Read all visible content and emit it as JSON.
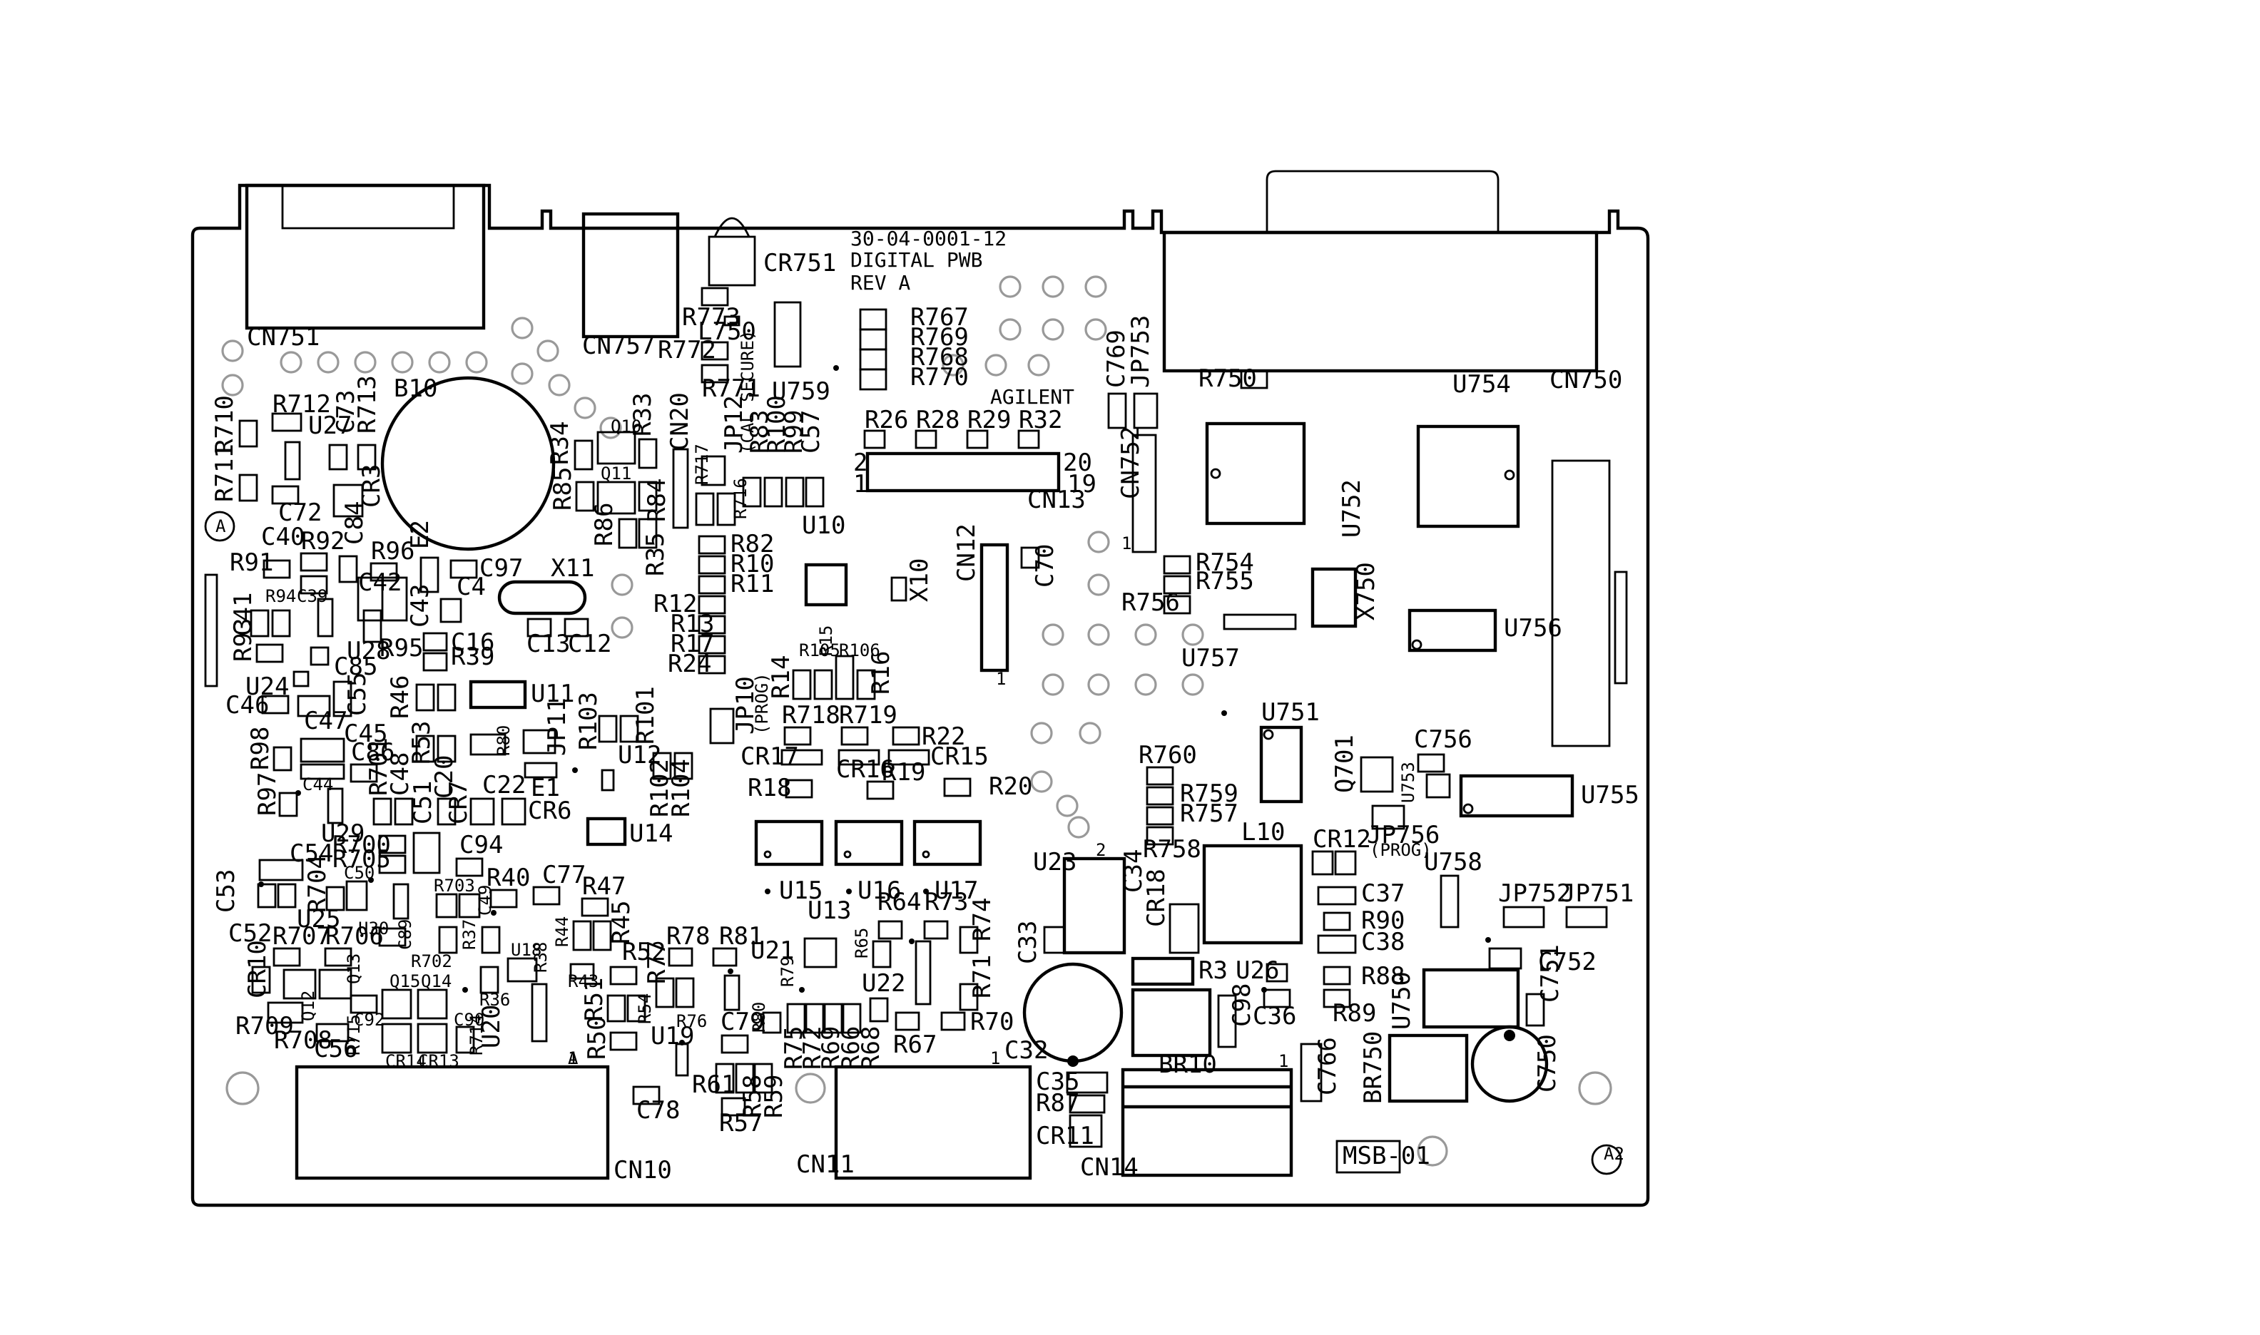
{
  "board": {
    "part_number": "30-04-0001-12",
    "name": "DIGITAL PWB",
    "revision": "REV A",
    "brand": "AGILENT",
    "fiducial_a": "A",
    "fiducial_a2": "A2",
    "msb_label": "MSB-01",
    "cal_secure_note": "(CAL SECURE)",
    "prog_note": "(PROG)"
  },
  "labels": {
    "cn751": "CN751",
    "cn757": "CN757",
    "cr751": "CR751",
    "cn750": "CN750",
    "r750": "R750",
    "r773": "R773",
    "l750": "L750",
    "r772": "R772",
    "r771": "R771",
    "u759": "U759",
    "r767": "R767",
    "r769": "R769",
    "r768": "R768",
    "r770": "R770",
    "c769": "C769",
    "jp753": "JP753",
    "u754": "U754",
    "b10": "B10",
    "r712": "R712",
    "r710": "R710",
    "u27": "U27",
    "c73": "C73",
    "r713": "R713",
    "cr3": "CR3",
    "r711": "R711",
    "c72": "C72",
    "r26": "R26",
    "r28": "R28",
    "r29": "R29",
    "r32": "R32",
    "cn13": "CN13",
    "pin2": "2",
    "pin1": "1",
    "pin20": "20",
    "pin19": "19",
    "cn752": "CN752",
    "u752": "U752",
    "cn20": "CN20",
    "jp12": "JP12",
    "r83": "R83",
    "r100": "R100",
    "r99": "R99",
    "c57": "C57",
    "r34": "R34",
    "q10": "Q10",
    "r33": "R33",
    "q11": "Q11",
    "r85": "R85",
    "r86": "R86",
    "r84": "R84",
    "r35": "R35",
    "r717": "R717",
    "r716": "R716",
    "c40": "C40",
    "r92": "R92",
    "c84": "C84",
    "r96": "R96",
    "e2": "E2",
    "r91": "R91",
    "r94": "R94",
    "c39": "C39",
    "c42": "C42",
    "c41": "C41",
    "c43": "C43",
    "c4": "C4",
    "c97": "C97",
    "x11": "X11",
    "r93": "R93",
    "u28": "U28",
    "r95": "R95",
    "c16": "C16",
    "r39": "R39",
    "c13": "C13",
    "c12": "C12",
    "r82": "R82",
    "r10": "R10",
    "r11": "R11",
    "r12": "R12",
    "r13": "R13",
    "r17": "R17",
    "r24": "R24",
    "u10": "U10",
    "x10": "X10",
    "cn12": "CN12",
    "c70": "C70",
    "r754": "R754",
    "r755": "R755",
    "r756": "R756",
    "x750": "X750",
    "u756": "U756",
    "c85": "C85",
    "u24": "U24",
    "c46": "C46",
    "c47": "C47",
    "c55": "C55",
    "r46": "R46",
    "u11": "U11",
    "c45": "C45",
    "c86": "C86",
    "r98": "R98",
    "c44": "C44",
    "r701": "R701",
    "c48": "C48",
    "r53": "R53",
    "c20": "C20",
    "r80": "R80",
    "jp11": "JP11",
    "c22": "C22",
    "e1": "E1",
    "r103": "R103",
    "r101": "R101",
    "u12": "U12",
    "r102": "R102",
    "r104": "R104",
    "r97": "R97",
    "c51": "C51",
    "cr7": "CR7",
    "cr6": "CR6",
    "u29": "U29",
    "u14": "U14",
    "jp10": "JP10",
    "r14": "R14",
    "r105": "R105",
    "r15": "R15",
    "r106": "R106",
    "r16": "R16",
    "r718": "R718",
    "r719": "R719",
    "r22": "R22",
    "cr17": "CR17",
    "cr16": "CR16",
    "cr15": "CR15",
    "r18": "R18",
    "r19": "R19",
    "r20": "R20",
    "u757": "U757",
    "u751": "U751",
    "r760": "R760",
    "r759": "R759",
    "r757": "R757",
    "r758": "R758",
    "c756": "C756",
    "q701": "Q701",
    "u753": "U753",
    "u755": "U755",
    "jp756": "JP756",
    "l10": "L10",
    "cr12": "CR12",
    "c54": "C54",
    "r700": "R700",
    "r705": "R705",
    "c50": "C50",
    "c94": "C94",
    "r704": "R704",
    "u30": "U30",
    "r703": "R703",
    "c49": "C49",
    "r40": "R40",
    "c77": "C77",
    "r47": "R47",
    "c53": "C53",
    "u25": "U25",
    "c52": "C52",
    "r707": "R707",
    "r706": "R706",
    "c89": "C89",
    "r37": "R37",
    "r44": "R44",
    "r45": "R45",
    "r52": "R52",
    "r702": "R702",
    "u18": "U18",
    "r38": "R38",
    "r43": "R43",
    "cr10": "CR10",
    "q13": "Q13",
    "q15": "Q15",
    "q14": "Q14",
    "r36": "R36",
    "q12": "Q12",
    "c92": "C92",
    "c90": "C90",
    "r709": "R709",
    "r708": "R708",
    "r715": "R715",
    "c56": "C56",
    "cr14": "CR14",
    "cr13": "CR13",
    "r714": "R714",
    "u20": "U20",
    "u15": "U15",
    "u16": "U16",
    "u17": "U17",
    "u13": "U13",
    "r64": "R64",
    "r73": "R73",
    "r74": "R74",
    "r78": "R78",
    "r81": "R81",
    "u21": "U21",
    "r65": "R65",
    "r77": "R77",
    "r54": "R54",
    "r79": "R79",
    "u22": "U22",
    "r71": "R71",
    "r51": "R51",
    "r50": "R50",
    "u19": "U19",
    "r76": "R76",
    "c79": "C79",
    "r80b": "R80",
    "r75": "R75",
    "r72": "R72",
    "r69": "R69",
    "r66": "R66",
    "r68": "R68",
    "r67": "R67",
    "r70": "R70",
    "r61": "R61",
    "r58": "R58",
    "r59": "R59",
    "c78": "C78",
    "r57": "R57",
    "u23": "U23",
    "c34": "C34",
    "cr18": "CR18",
    "c33": "C33",
    "c32": "C32",
    "r3": "R3",
    "u26": "U26",
    "c36": "C36",
    "c98": "C98",
    "br10": "BR10",
    "c35": "C35",
    "r87": "R87",
    "cr11": "CR11",
    "c37": "C37",
    "r90": "R90",
    "c38": "C38",
    "r88": "R88",
    "r89": "R89",
    "u758": "U758",
    "jp752": "JP752",
    "jp751": "JP751",
    "c752": "C752",
    "u750": "U750",
    "c751": "C751",
    "br750": "BR750",
    "c750": "C750",
    "c766": "C766",
    "cn10": "CN10",
    "cn11": "CN11",
    "cn14": "CN14"
  }
}
